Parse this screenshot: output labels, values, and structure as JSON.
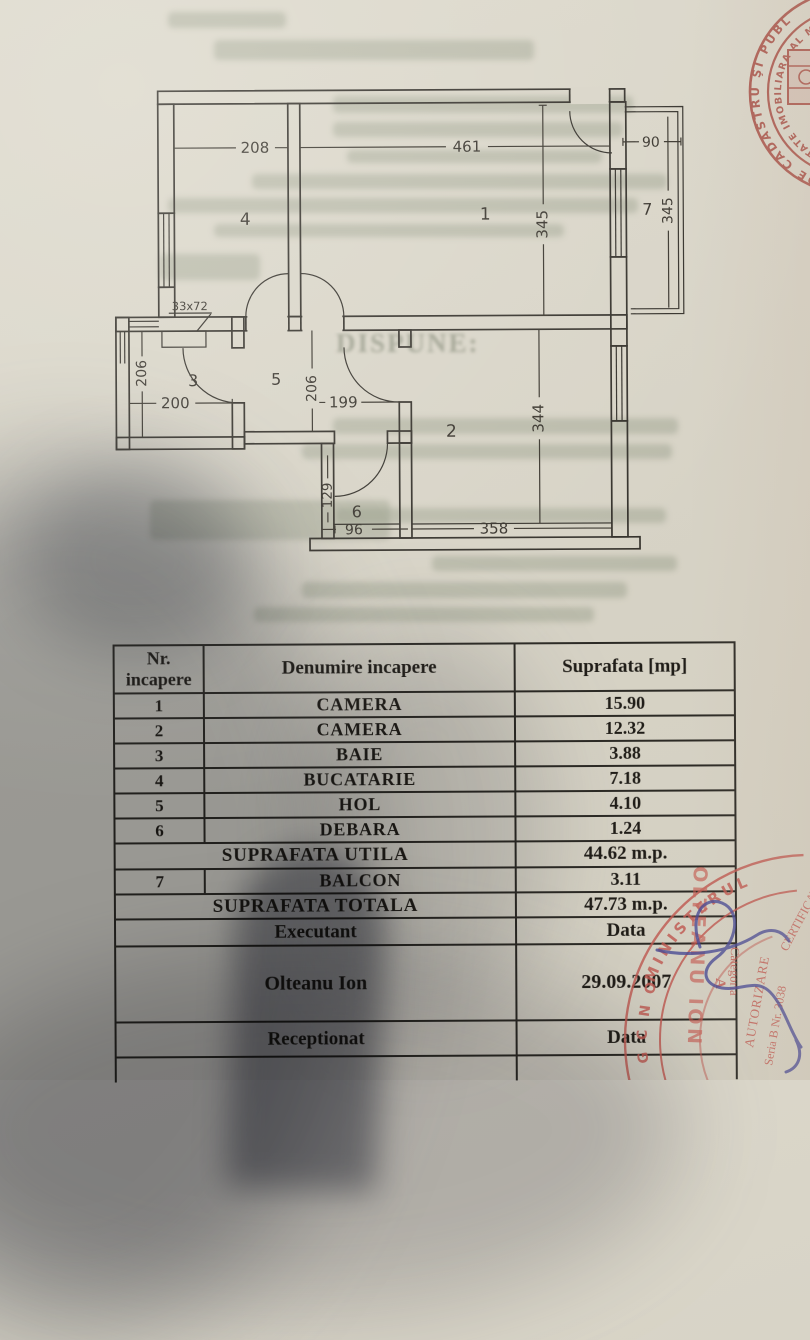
{
  "photo": {
    "bleed_text": "DISPUNE:"
  },
  "plan": {
    "rooms": [
      "1",
      "2",
      "3",
      "4",
      "5",
      "6",
      "7"
    ],
    "dims": {
      "kitchen_w": "208",
      "room1_w": "461",
      "balcony_w": "90",
      "room1_h": "345",
      "balcony_h": "345",
      "bath_h": "206",
      "bath_w": "200",
      "hall_h": "206",
      "hall_w": "199",
      "room2_h": "344",
      "room2_w": "358",
      "debara_h": "129",
      "debara_w": "96",
      "door_size": "33x72"
    },
    "line_color": "#34312b"
  },
  "table": {
    "header": {
      "col1_line1": "Nr.",
      "col1_line2": "incapere",
      "col2": "Denumire incapere",
      "col3": "Suprafata [mp]"
    },
    "rows": [
      {
        "nr": "1",
        "name": "CAMERA",
        "area": "15.90"
      },
      {
        "nr": "2",
        "name": "CAMERA",
        "area": "12.32"
      },
      {
        "nr": "3",
        "name": "BAIE",
        "area": "3.88"
      },
      {
        "nr": "4",
        "name": "BUCATARIE",
        "area": "7.18"
      },
      {
        "nr": "5",
        "name": "HOL",
        "area": "4.10"
      },
      {
        "nr": "6",
        "name": "DEBARA",
        "area": "1.24"
      }
    ],
    "utila": {
      "label": "SUPRAFATA UTILA",
      "value": "44.62 m.p."
    },
    "balcon": {
      "nr": "7",
      "name": "BALCON",
      "area": "3.11"
    },
    "totala": {
      "label": "SUPRAFATA TOTALA",
      "value": "47.73 m.p."
    },
    "executant": {
      "label": "Executant",
      "date_label": "Data"
    },
    "signer": {
      "name": "Olteanu Ion",
      "date": "29.09.2007"
    },
    "receptionat": {
      "label": "Receptionat",
      "date_label": "Data"
    }
  },
  "stamps": {
    "top_right": {
      "outer_text": "A DE CADASTRU ŞI PUBL",
      "inner_text": "ICITATE IMOBILIARA AL M",
      "color": "#a5473e"
    },
    "bottom_right": {
      "arc_text": "MINISTERUL",
      "ring_letters": [
        "O",
        "N",
        "C",
        "G"
      ],
      "name": "OLTEANU ION",
      "categoria": "Categoria",
      "categoria_class": "A",
      "autorizare": "AUTORIZARE",
      "seria": "Seria B Nr. 3038",
      "certificat": "CERTIFICAT",
      "color": "#c05a52",
      "pen_color": "#4b4c96"
    }
  }
}
